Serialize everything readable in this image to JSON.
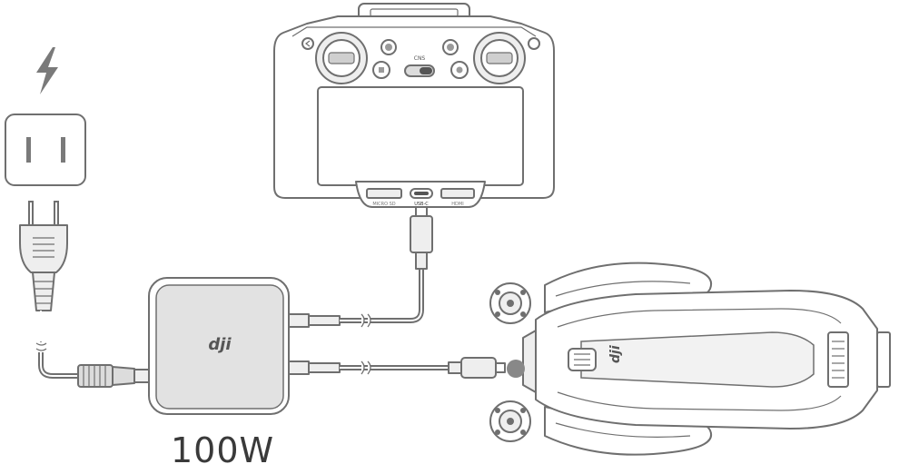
{
  "charger": {
    "brand": "dji",
    "power_label": "100W"
  },
  "controller": {
    "switch_label": "CNS",
    "ports": [
      {
        "label": "MICRO SD"
      },
      {
        "label": "USB-C"
      },
      {
        "label": "HDMI"
      }
    ]
  },
  "drone": {
    "brand": "dji"
  },
  "colors": {
    "line": "#6f6f6f",
    "fill_gray": "#dcdcdc",
    "fill_light": "#eeeeee",
    "port_indicator": "#888888"
  },
  "icons": {
    "power": "lightning-bolt-icon",
    "outlet": "wall-outlet-icon",
    "plug": "ac-plug-icon"
  }
}
